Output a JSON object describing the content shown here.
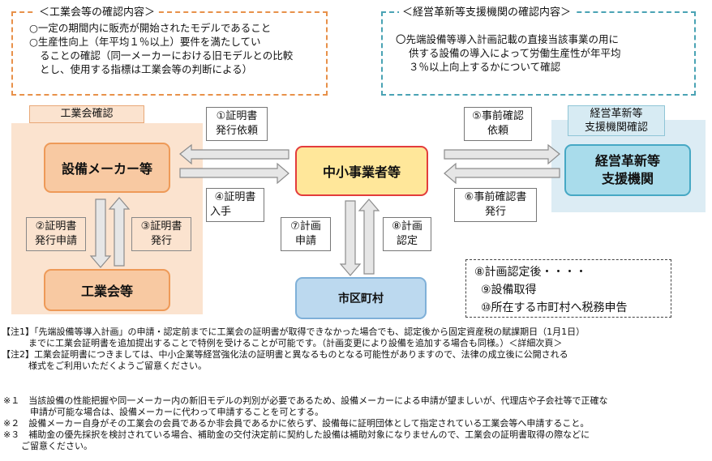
{
  "top_left": {
    "title": "＜工業会等の確認内容＞",
    "line1": "○一定の期間内に販売が開始されたモデルであること",
    "line2": "○生産性向上（年平均１％以上）要件を満たしてい",
    "line3": "ることの確認（同一メーカーにおける旧モデルとの比較",
    "line4": "とし、使用する指標は工業会等の判断による）"
  },
  "top_right": {
    "title": "＜経営革新等支援機関の確認内容＞",
    "line1": "〇先端設備等導入計画記載の直接当該事業の用に",
    "line2": "供する設備の導入によって労働生産性が年平均",
    "line3": "３％以上向上するかについて確認"
  },
  "panel_left_label": "工業会確認",
  "panel_right_label_1": "経営革新等",
  "panel_right_label_2": "支援機関確認",
  "nodes": {
    "maker": "設備メーカー等",
    "sme": "中小事業者等",
    "support_1": "経営革新等",
    "support_2": "支援機関",
    "association": "工業会等",
    "municipality": "市区町村"
  },
  "steps": {
    "s1_a": "①証明書",
    "s1_b": "発行依頼",
    "s2_a": "②証明書",
    "s2_b": "発行申請",
    "s3_a": "③証明書",
    "s3_b": "発行",
    "s4_a": "④証明書",
    "s4_b": "入手",
    "s5_a": "⑤事前確認",
    "s5_b": "依頼",
    "s6_a": "⑥事前確認書",
    "s6_b": "発行",
    "s7_a": "⑦計画",
    "s7_b": "申請",
    "s8_a": "⑧計画",
    "s8_b": "認定"
  },
  "after": {
    "line1": "⑧計画認定後・・・・",
    "line2": "⑨設備取得",
    "line3": "⑩所在する市町村へ税務申告"
  },
  "notes": {
    "n1_a": "【注1】「先端設備等導入計画」の申請・認定前までに工業会の証明書が取得できなかった場合でも、認定後から固定資産税の賦課期日（1月1日）",
    "n1_b": "　　　までに工業会証明書を追加提出することで特例を受けることが可能です。（計画変更により設備を追加する場合も同様。）＜詳細次頁＞",
    "n2_a": "【注2】工業会証明書につきましては、中小企業等経営強化法の証明書と異なるものとなる可能性がありますので、法律の成立後に公開される",
    "n2_b": "　　　様式をご利用いただくようご留意ください。",
    "r1_a": "※１　当該設備の性能把握や同一メーカー内の新旧モデルの判別が必要であるため、設備メーカーによる申請が望ましいが、代理店や子会社等で正確な",
    "r1_b": "　　　申請が可能な場合は、設備メーカーに代わって申請することを可とする。",
    "r2": "※２　設備メーカー自身がその工業会の会員であるか非会員であるかに依らず、設備毎に証明団体として指定されている工業会等へ申請すること。",
    "r3_a": "※３　補助金の優先採択を検討されている場合、補助金の交付決定前に契約した設備は補助対象になりませんので、工業会の証明書取得の際などに",
    "r3_b": "　　ご留意ください。"
  }
}
